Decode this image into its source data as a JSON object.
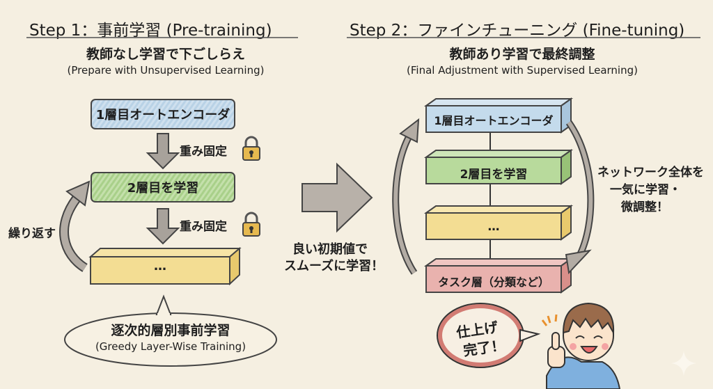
{
  "step1": {
    "title": "Step 1：事前学習 (Pre-training)",
    "subtitle_jp": "教師なし学習で下ごしらえ",
    "subtitle_en": "(Prepare with Unsupervised Learning)",
    "layers": [
      {
        "label": "1層目オートエンコーダ",
        "color": "#c4dbec"
      },
      {
        "label": "2層目を学習",
        "color": "#b8da9c"
      },
      {
        "label": "…",
        "color": "#f3dd93"
      }
    ],
    "freeze_labels": [
      "重み固定",
      "重み固定"
    ],
    "repeat_label": "繰り返す",
    "bubble_jp": "逐次的層別事前学習",
    "bubble_en": "(Greedy Layer-Wise Training)"
  },
  "transition": {
    "line1": "良い初期値で",
    "line2": "スムーズに学習！"
  },
  "step2": {
    "title": "Step 2：ファインチューニング (Fine-tuning)",
    "subtitle_jp": "教師あり学習で最終調整",
    "subtitle_en": "(Final Adjustment with Supervised Learning)",
    "layers": [
      {
        "label": "1層目オートエンコーダ",
        "color": "#c4dbec"
      },
      {
        "label": "2層目を学習",
        "color": "#b8da9c"
      },
      {
        "label": "…",
        "color": "#f3dd93"
      },
      {
        "label": "タスク層（分類など）",
        "color": "#e9b2ae"
      }
    ],
    "side_note": [
      "ネットワーク全体を",
      "一気に学習・",
      "微調整！"
    ],
    "speech": [
      "仕上げ",
      "完了！"
    ]
  },
  "icons": [
    "lock-icon",
    "down-arrow-icon",
    "curved-arrow-icon",
    "big-right-arrow-icon",
    "thumbs-up-boy",
    "sparkle-icon"
  ]
}
